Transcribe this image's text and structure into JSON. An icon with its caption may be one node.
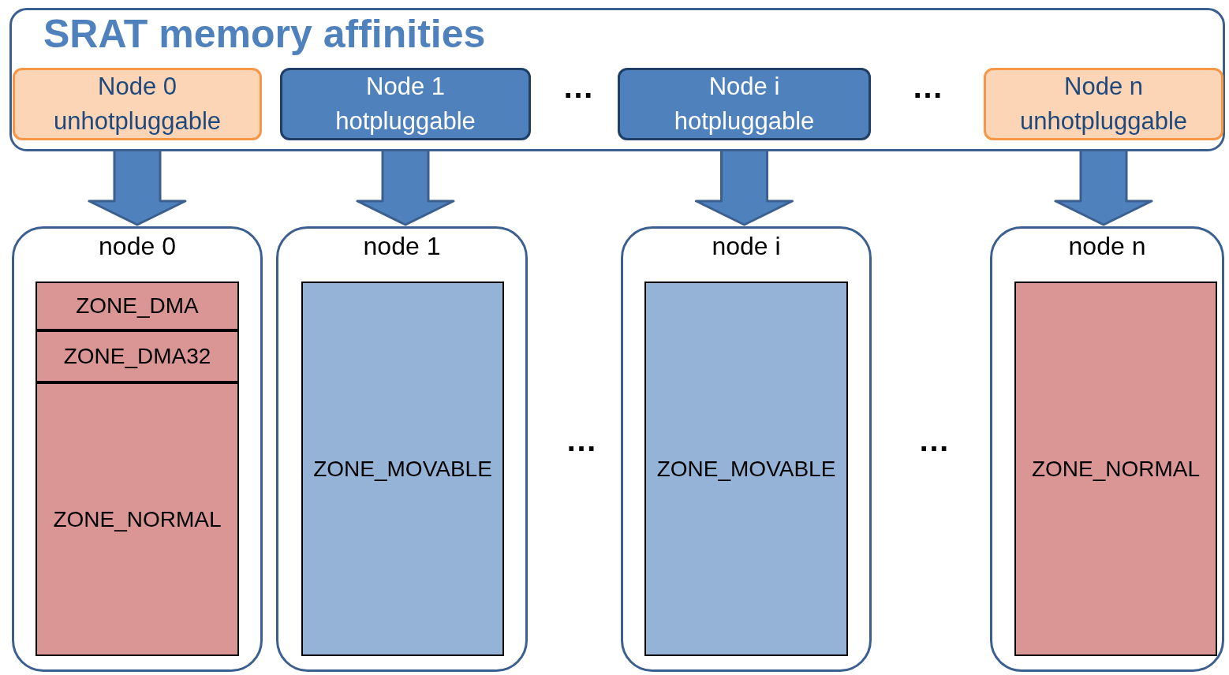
{
  "diagram": {
    "nodes": [
      {
        "text": [
          "SRAT memory affinities"
        ]
      },
      {
        "text": [
          "Node 0 unhotpluggable"
        ],
        "in": 0
      },
      {
        "text": [
          "Node 1 hotpluggable"
        ],
        "in": 0
      },
      {
        "text": [
          "Node i hotpluggable"
        ],
        "in": 0
      },
      {
        "text": [
          "Node n unhotpluggable"
        ],
        "in": 0
      },
      {
        "text": [
          "node 0"
        ]
      },
      {
        "text": [
          "ZONE_DMA"
        ],
        "in": 5
      },
      {
        "text": [
          "ZONE_DMA32"
        ],
        "in": 5
      },
      {
        "text": [
          "ZONE_NORMAL"
        ],
        "in": 5
      },
      {
        "text": [
          "node 1"
        ]
      },
      {
        "text": [
          "ZONE_MOVABLE"
        ],
        "in": 9
      },
      {
        "text": [
          "node i"
        ]
      },
      {
        "text": [
          "ZONE_MOVABLE"
        ],
        "in": 11
      },
      {
        "text": [
          "node n"
        ]
      },
      {
        "text": [
          "ZONE_NORMAL"
        ],
        "in": 13
      }
    ],
    "edges": [
      {
        "from": 1,
        "to": 5,
        "arrow": "to",
        "style": "thick"
      },
      {
        "from": 2,
        "to": 9,
        "arrow": "to",
        "style": "thick"
      },
      {
        "from": 3,
        "to": 11,
        "arrow": "to",
        "style": "thick"
      },
      {
        "from": 4,
        "to": 13,
        "arrow": "to",
        "style": "thick"
      }
    ],
    "labels": [
      "…",
      "…",
      "…",
      "…"
    ]
  }
}
